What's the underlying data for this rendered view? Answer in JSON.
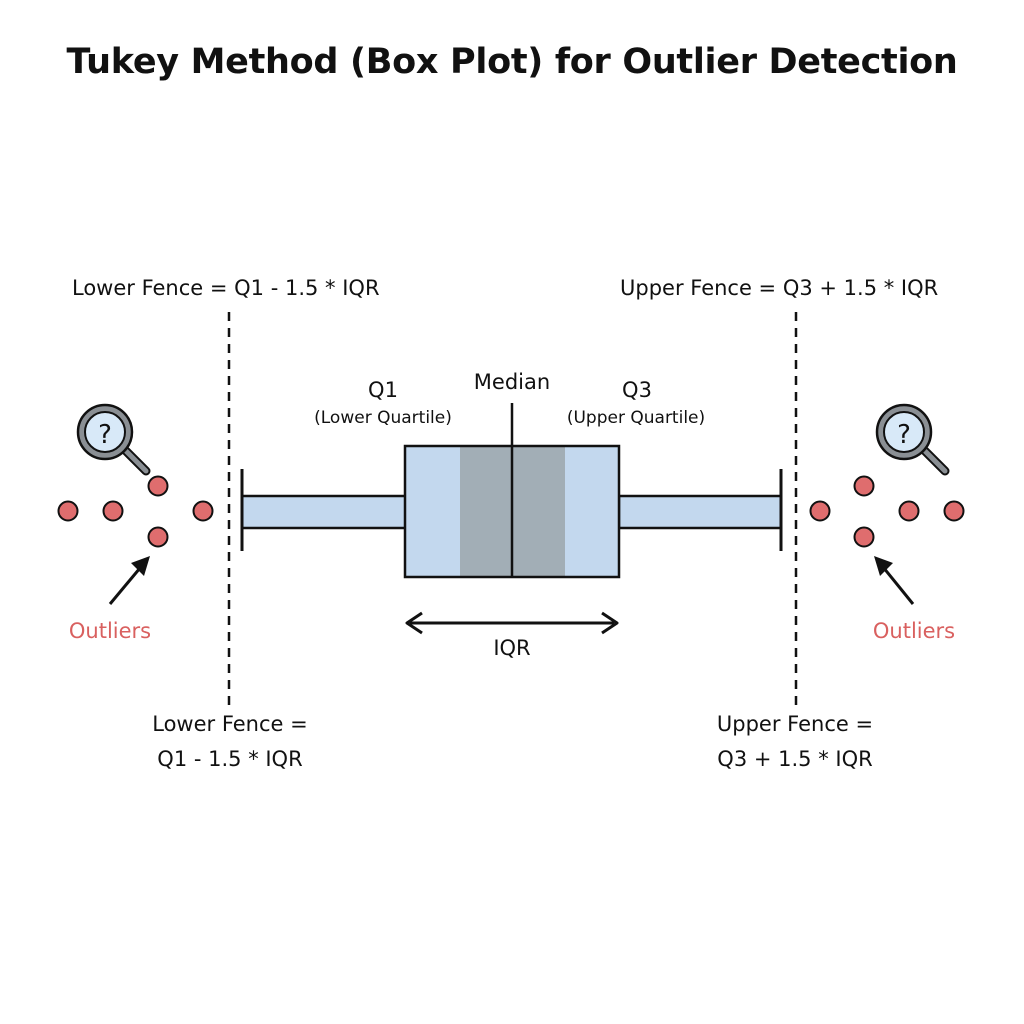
{
  "title": "Tukey Method (Box Plot) for Outlier Detection",
  "labels": {
    "lower_fence_top": "Lower Fence = Q1 - 1.5 * IQR",
    "upper_fence_top": "Upper Fence = Q3 + 1.5 * IQR",
    "q1": "Q1",
    "q1_sub": "(Lower Quartile)",
    "median": "Median",
    "q3": "Q3",
    "q3_sub": "(Upper Quartile)",
    "iqr": "IQR",
    "outliers_left": "Outliers",
    "outliers_right": "Outliers",
    "lower_fence_bottom_line1": "Lower Fence =",
    "lower_fence_bottom_line2": "Q1 - 1.5 * IQR",
    "upper_fence_bottom_line1": "Upper Fence =",
    "upper_fence_bottom_line2": "Q3 + 1.5 * IQR"
  },
  "icons": {
    "left_magnifier": "magnifier-question-icon",
    "right_magnifier": "magnifier-question-icon",
    "question_glyph": "?"
  },
  "colors": {
    "whisker_fill": "#c3d8ee",
    "box_fill": "#c3d8ee",
    "box_inner_fill": "#a2aeb6",
    "outlier_fill": "#df6d6e",
    "outlier_text": "#d9605f",
    "line": "#111111",
    "magnifier_lens": "#d8e9f8",
    "magnifier_ring": "#8a8f94"
  }
}
